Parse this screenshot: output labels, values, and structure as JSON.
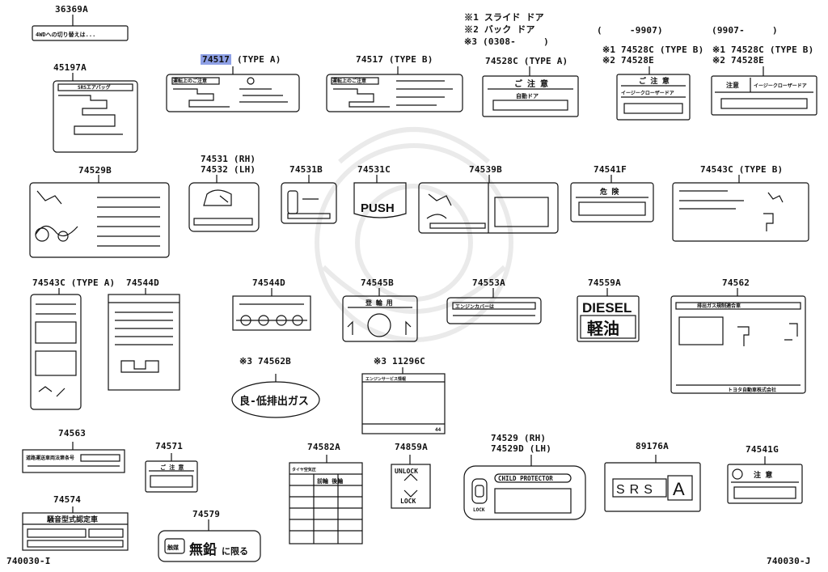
{
  "diagram": {
    "parts": [
      {
        "id": "p36369a",
        "number": "36369A",
        "label_text": "4WDへの切り替えは..."
      },
      {
        "id": "p45197a",
        "number": "45197A",
        "label_text": "SRSエアバッグ"
      },
      {
        "id": "p74517a",
        "number": "74517",
        "suffix": "(TYPE A)",
        "highlighted": true,
        "label_text": "運転上のご注意"
      },
      {
        "id": "p74517b",
        "number": "74517 (TYPE B)",
        "label_text": "運転上のご注意"
      },
      {
        "id": "p74528c_a",
        "number": "74528C (TYPE A)",
        "label_text": "ご 注 意",
        "label_sub": "自動ドア"
      },
      {
        "id": "p74528c_b1",
        "number": "※1 74528C (TYPE B)",
        "number2": "※2 74528E",
        "label_text": "ご 注 意",
        "label_sub": "イージークローザードア"
      },
      {
        "id": "p74528c_b2",
        "number": "※1 74528C (TYPE B)",
        "number2": "※2 74528E",
        "label_text": "注意",
        "label_sub": "イージークローザードア"
      },
      {
        "id": "p74529b",
        "number": "74529B"
      },
      {
        "id": "p74531",
        "number": "74531 (RH)",
        "number2": "74532 (LH)"
      },
      {
        "id": "p74531b",
        "number": "74531B"
      },
      {
        "id": "p74531c",
        "number": "74531C",
        "label_text": "PUSH"
      },
      {
        "id": "p74539b",
        "number": "74539B"
      },
      {
        "id": "p74541f",
        "number": "74541F",
        "label_text": "危 険"
      },
      {
        "id": "p74543c_b",
        "number": "74543C (TYPE B)"
      },
      {
        "id": "p74543c_a",
        "number": "74543C (TYPE A)"
      },
      {
        "id": "p74544d_1",
        "number": "74544D"
      },
      {
        "id": "p74544d_2",
        "number": "74544D"
      },
      {
        "id": "p74545b",
        "number": "74545B",
        "label_text": "登 輪 用"
      },
      {
        "id": "p74553a",
        "number": "74553A",
        "label_text": "エンジンカバーは"
      },
      {
        "id": "p74559a",
        "number": "74559A",
        "label_text": "DIESEL",
        "label_sub": "軽油"
      },
      {
        "id": "p74562",
        "number": "74562",
        "label_text": "排出ガス規制適合車",
        "label_sub": "トヨタ自動車株式会社"
      },
      {
        "id": "p74562b",
        "number": "※3 74562B",
        "label_text": "良-低排出ガス"
      },
      {
        "id": "p11296c",
        "number": "※3 11296C",
        "label_text": "エンジンサービス情報",
        "label_sub": "44"
      },
      {
        "id": "p74563",
        "number": "74563",
        "label_text": "道路運送車両法第条号"
      },
      {
        "id": "p74571",
        "number": "74571",
        "label_text": "ご 注 意"
      },
      {
        "id": "p74574",
        "number": "74574",
        "label_text": "騒音型式認定車"
      },
      {
        "id": "p74579",
        "number": "74579",
        "label_text": "無鉛",
        "label_sub": "に限る",
        "label_tag": "触媒"
      },
      {
        "id": "p74582a",
        "number": "74582A",
        "label_text": "タイヤ空気圧",
        "label_sub": "前輪 後輪"
      },
      {
        "id": "p74859a",
        "number": "74859A",
        "label_text": "UNLOCK",
        "label_sub": "LOCK"
      },
      {
        "id": "p74529",
        "number": "74529 (RH)",
        "number2": "74529D (LH)",
        "label_text": "CHILD PROTECTOR",
        "label_sub": "LOCK"
      },
      {
        "id": "p89176a",
        "number": "89176A",
        "label_text": "SRS",
        "label_sub": "A"
      },
      {
        "id": "p74541g",
        "number": "74541G",
        "label_text": "注 意"
      }
    ],
    "notes": [
      "※1 スライド ドア",
      "※2 バック ドア",
      "※3 (0308-     )"
    ],
    "date_ranges": [
      "(     -9907)",
      "(9907-     )"
    ],
    "figure_ids": {
      "left": "740030-I",
      "right": "740030-J"
    }
  }
}
